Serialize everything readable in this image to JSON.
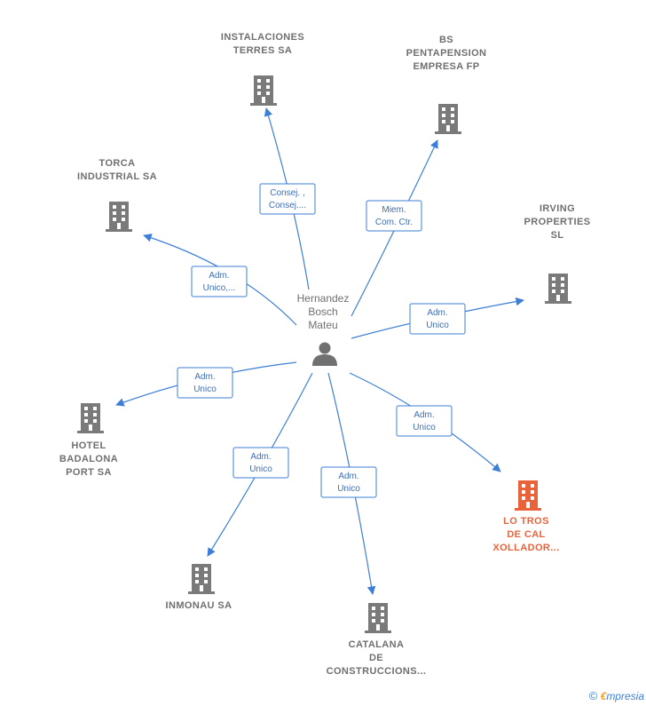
{
  "center": {
    "lines": [
      "Hernandez",
      "Bosch",
      "Mateu"
    ],
    "icon": "person-icon"
  },
  "companies": [
    {
      "id": "instalaciones",
      "lines": [
        "INSTALACIONES",
        "TERRES SA"
      ],
      "highlight": false,
      "icon": "building-icon"
    },
    {
      "id": "bs",
      "lines": [
        "BS",
        "PENTAPENSION",
        "EMPRESA FP"
      ],
      "highlight": false,
      "icon": "building-icon"
    },
    {
      "id": "torca",
      "lines": [
        "TORCA",
        "INDUSTRIAL SA"
      ],
      "highlight": false,
      "icon": "building-icon"
    },
    {
      "id": "irving",
      "lines": [
        "IRVING",
        "PROPERTIES",
        "SL"
      ],
      "highlight": false,
      "icon": "building-icon"
    },
    {
      "id": "hotel",
      "lines": [
        "HOTEL",
        "BADALONA",
        "PORT SA"
      ],
      "highlight": false,
      "icon": "building-icon"
    },
    {
      "id": "lotros",
      "lines": [
        "LO TROS",
        "DE CAL",
        "XOLLADOR..."
      ],
      "highlight": true,
      "icon": "building-icon"
    },
    {
      "id": "inmonau",
      "lines": [
        "INMONAU SA"
      ],
      "highlight": false,
      "icon": "building-icon"
    },
    {
      "id": "catalana",
      "lines": [
        "CATALANA",
        "DE",
        "CONSTRUCCIONS..."
      ],
      "highlight": false,
      "icon": "building-icon"
    }
  ],
  "relations": [
    {
      "to": "instalaciones",
      "lines": [
        "Consej. ,",
        "Consej...."
      ]
    },
    {
      "to": "bs",
      "lines": [
        "Miem.",
        "Com. Ctr."
      ]
    },
    {
      "to": "torca",
      "lines": [
        "Adm.",
        "Unico,..."
      ]
    },
    {
      "to": "irving",
      "lines": [
        "Adm.",
        "Unico"
      ]
    },
    {
      "to": "hotel",
      "lines": [
        "Adm.",
        "Unico"
      ]
    },
    {
      "to": "lotros",
      "lines": [
        "Adm.",
        "Unico"
      ]
    },
    {
      "to": "inmonau",
      "lines": [
        "Adm.",
        "Unico"
      ]
    },
    {
      "to": "catalana",
      "lines": [
        "Adm.",
        "Unico"
      ]
    }
  ],
  "colors": {
    "edge": "#3d7fd6",
    "building": "#7a7a7a",
    "building_highlight": "#e8633a",
    "label": "#6f6f6f"
  },
  "watermark": {
    "copyright": "©",
    "brand_initial": "€",
    "brand_rest": "mpresia"
  }
}
